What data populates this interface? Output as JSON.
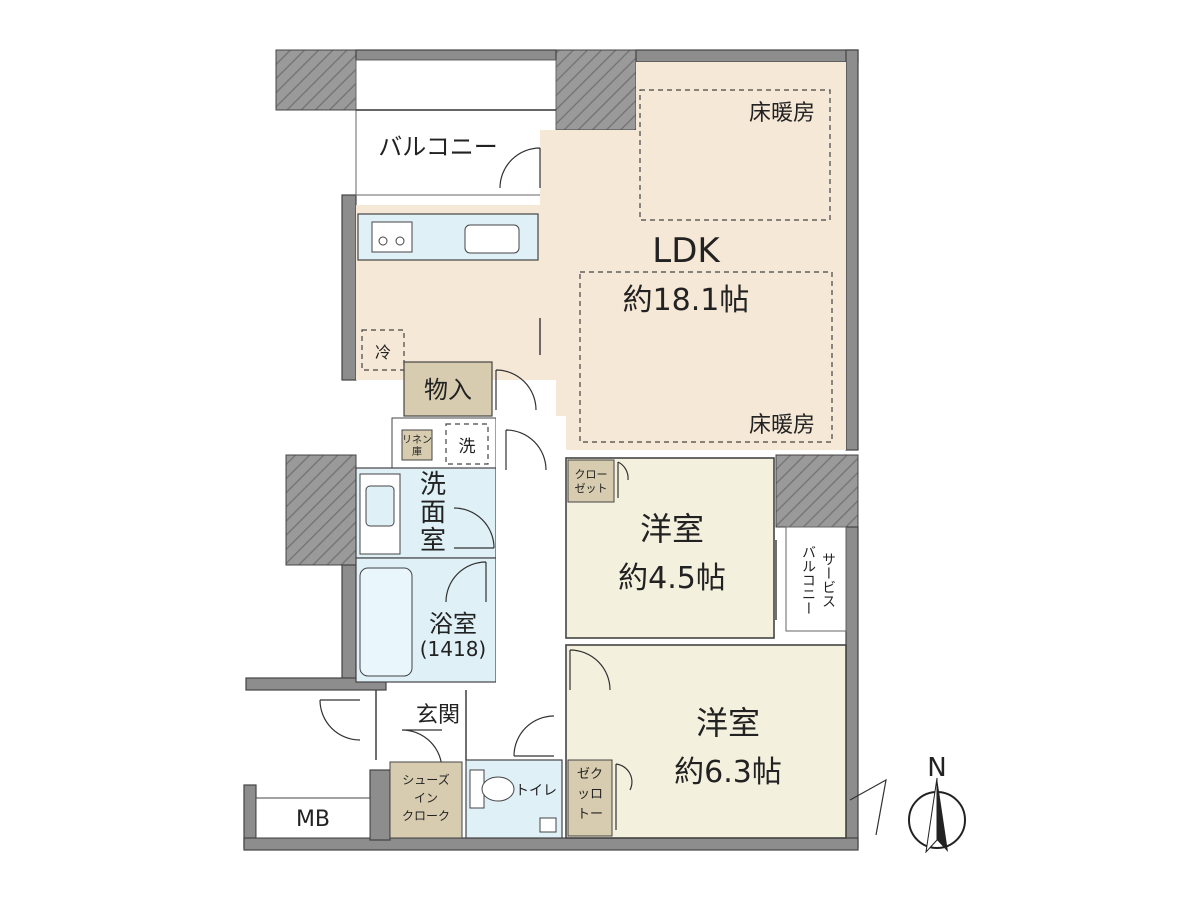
{
  "rooms": {
    "balcony": "バルコニー",
    "ldk_name": "LDK",
    "ldk_size": "約18.1帖",
    "floor_heat_top": "床暖房",
    "floor_heat_bottom": "床暖房",
    "fridge": "冷",
    "storage": "物入",
    "linen_line1": "リネン",
    "linen_line2": "庫",
    "washer": "洗",
    "washroom_line1": "洗",
    "washroom_line2": "面",
    "washroom_line3": "室",
    "bath_name": "浴室",
    "bath_size": "(1418)",
    "closet_line1": "クロー",
    "closet_line2": "ゼット",
    "western1_name": "洋室",
    "western1_size": "約4.5帖",
    "service_balcony_line1": "サービス",
    "service_balcony_line2": "バルコニー",
    "entrance": "玄関",
    "shoes_line1": "シューズ",
    "shoes_line2": "イン",
    "shoes_line3": "クローク",
    "toilet": "トイレ",
    "closet2_line1": "ゼク",
    "closet2_line2": "ッロ",
    "closet2_line3": "トー",
    "western2_name": "洋室",
    "western2_size": "約6.3帖",
    "mb": "MB"
  },
  "compass": {
    "north_label": "N",
    "icon": "north-arrow-icon"
  },
  "colors": {
    "ldk": "#f6e8d6",
    "western": "#f4f0de",
    "wet_area": "#dff0f7",
    "storage": "#d8ccb0",
    "wall": "#8d8d8d"
  }
}
